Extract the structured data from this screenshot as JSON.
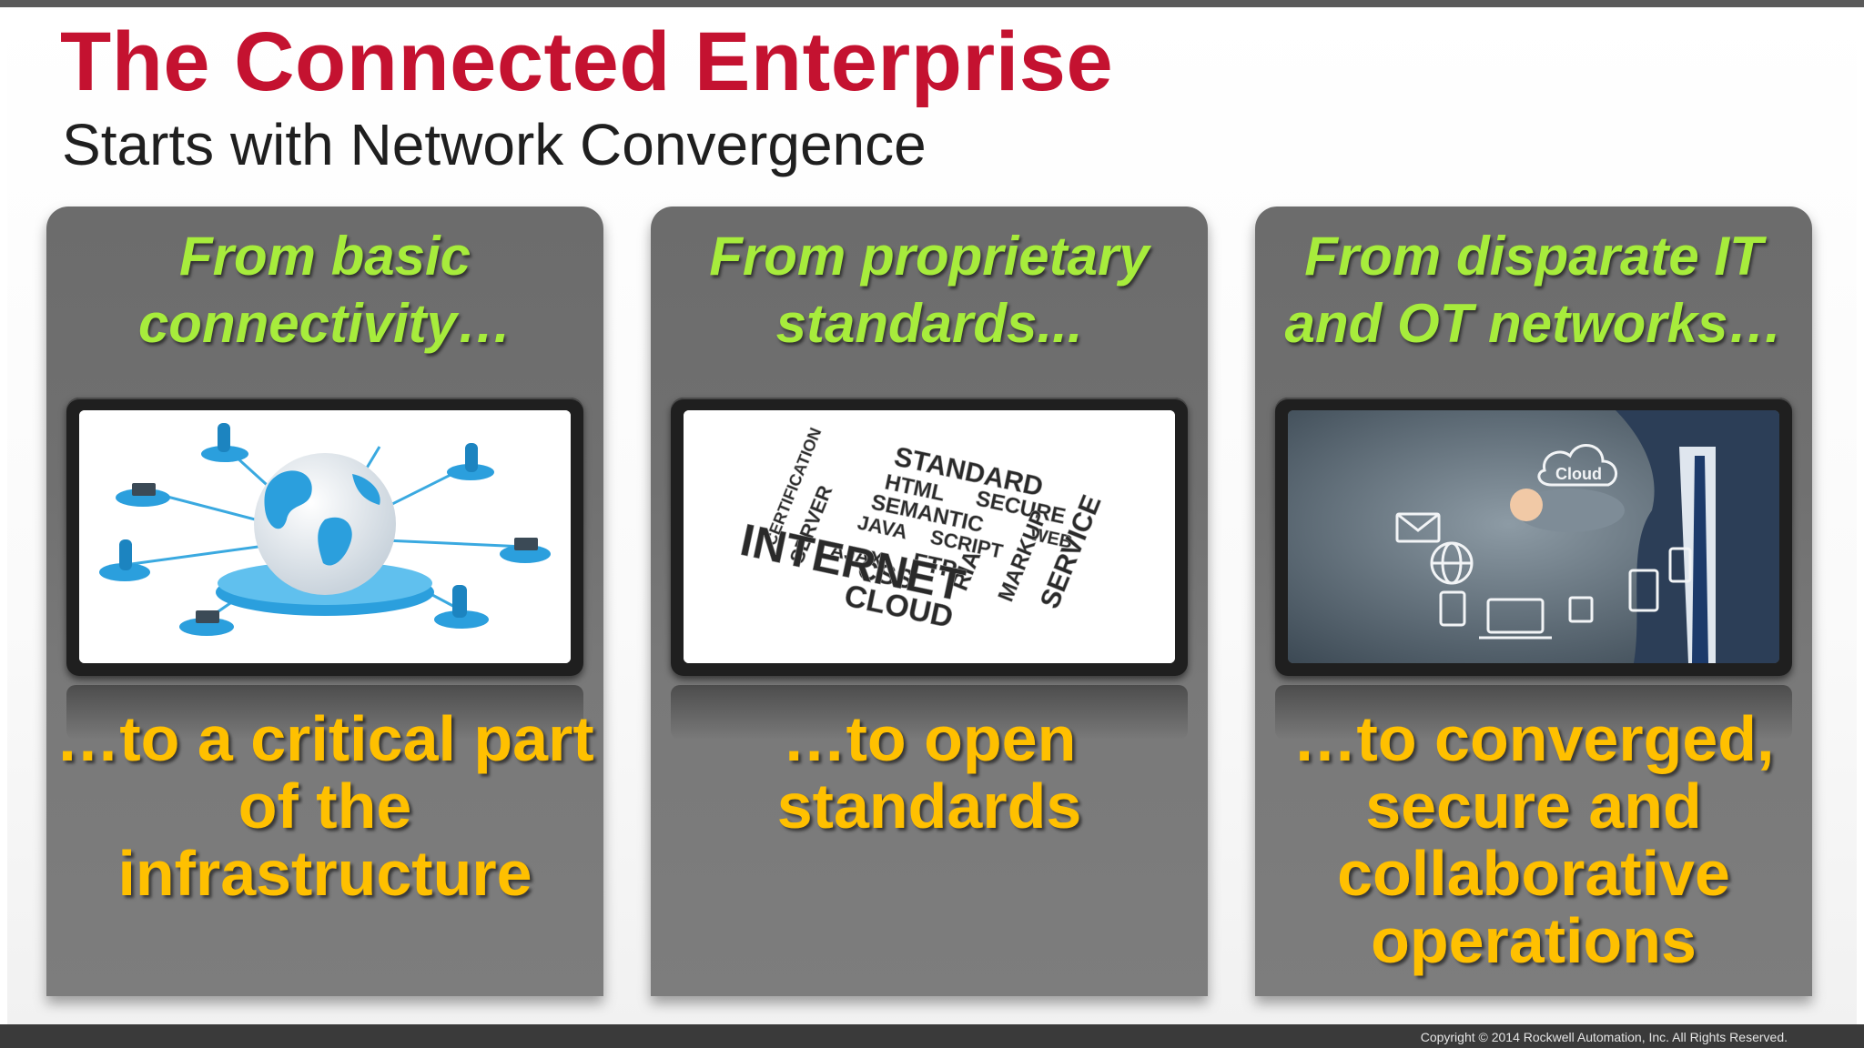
{
  "slide": {
    "title": "The Connected Enterprise",
    "subtitle": "Starts with Network Convergence",
    "copyright": "Copyright  © 2014 Rockwell Automation, Inc. All Rights Reserved.",
    "colors": {
      "title": "#c41230",
      "from_text": "#a7ec3c",
      "to_text": "#ffc000",
      "panel": "#737373"
    }
  },
  "panels": [
    {
      "from_lines": [
        "From basic",
        "connectivity…"
      ],
      "to_lines": [
        "…to a critical part",
        "of the",
        "infrastructure"
      ],
      "image_icon": "globe-network-icon"
    },
    {
      "from_lines": [
        "From proprietary",
        "standards..."
      ],
      "to_lines": [
        "…to open",
        "standards"
      ],
      "image_icon": "word-cloud-icon",
      "word_cloud": [
        "STANDARD",
        "HTML",
        "SECURE",
        "SEMANTIC",
        "WEB",
        "JAVA",
        "SCRIPT",
        "AJAX",
        "CERTIFICATION",
        "SERVER",
        "FTP",
        "CSS",
        "CLOUD",
        "RIA",
        "MARKUP",
        "SERVICE",
        "INTERNET"
      ]
    },
    {
      "from_lines": [
        "From disparate IT",
        "and OT networks…"
      ],
      "to_lines": [
        "…to converged,",
        "secure and",
        "collaborative",
        "operations"
      ],
      "image_icon": "cloud-business-icon",
      "cloud_label": "Cloud"
    }
  ]
}
